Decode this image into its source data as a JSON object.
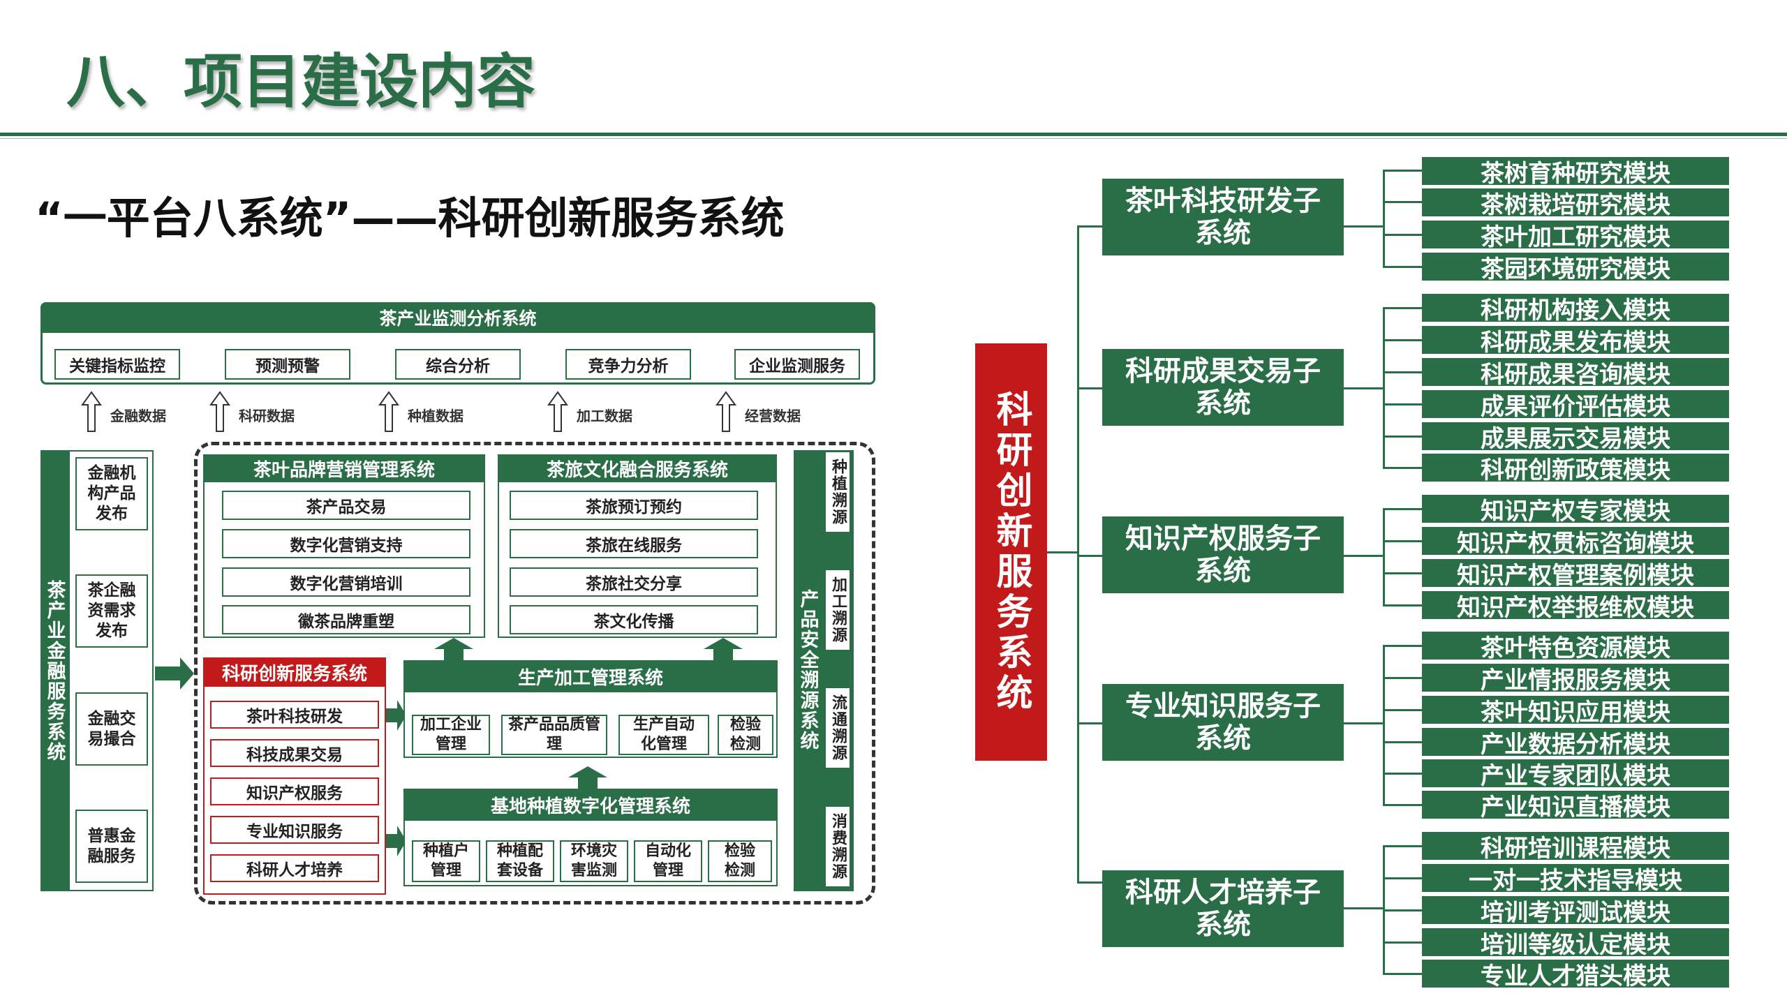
{
  "title": "八、项目建设内容",
  "subtitle": "“一平台八系统”——科研创新服务系统",
  "diagram": {
    "top_system": {
      "title": "茶产业监测分析系统",
      "items": [
        "关键指标监控",
        "预测预警",
        "综合分析",
        "竞争力分析",
        "企业监测服务"
      ]
    },
    "data_arrows": [
      "金融数据",
      "科研数据",
      "种植数据",
      "加工数据",
      "经营数据"
    ],
    "finance_system": {
      "title": "茶产业金融服务系统",
      "items": [
        "金融机构产品发布",
        "茶企融资需求发布",
        "金融交易撮合",
        "普惠金融服务"
      ]
    },
    "brand_system": {
      "title": "茶叶品牌营销管理系统",
      "items": [
        "茶产品交易",
        "数字化营销支持",
        "数字化营销培训",
        "徽茶品牌重塑"
      ]
    },
    "tourism_system": {
      "title": "茶旅文化融合服务系统",
      "items": [
        "茶旅预订预约",
        "茶旅在线服务",
        "茶旅社交分享",
        "茶文化传播"
      ]
    },
    "research_system": {
      "title": "科研创新服务系统",
      "items": [
        "茶叶科技研发",
        "科技成果交易",
        "知识产权服务",
        "专业知识服务",
        "科研人才培养"
      ]
    },
    "processing_system": {
      "title": "生产加工管理系统",
      "items": [
        "加工企业管理",
        "茶产品品质管理",
        "生产自动化管理",
        "检验检测"
      ]
    },
    "planting_system": {
      "title": "基地种植数字化管理系统",
      "items": [
        "种植户管理",
        "种植配套设备",
        "环境灾害监测",
        "自动化管理",
        "检验检测"
      ]
    },
    "trace_system": {
      "title": "产品安全溯源系统",
      "items": [
        "种植溯源",
        "加工溯源",
        "流通溯源",
        "消费溯源"
      ]
    }
  },
  "tree": {
    "root": "科研创新服务系统",
    "branches": [
      {
        "label": "茶叶科技研发子系统",
        "leaves": [
          "茶树育种研究模块",
          "茶树栽培研究模块",
          "茶叶加工研究模块",
          "茶园环境研究模块"
        ]
      },
      {
        "label": "科研成果交易子系统",
        "leaves": [
          "科研机构接入模块",
          "科研成果发布模块",
          "科研成果咨询模块",
          "成果评价评估模块",
          "成果展示交易模块",
          "科研创新政策模块"
        ]
      },
      {
        "label": "知识产权服务子系统",
        "leaves": [
          "知识产权专家模块",
          "知识产权贯标咨询模块",
          "知识产权管理案例模块",
          "知识产权举报维权模块"
        ]
      },
      {
        "label": "专业知识服务子系统",
        "leaves": [
          "茶叶特色资源模块",
          "产业情报服务模块",
          "茶叶知识应用模块",
          "产业数据分析模块",
          "产业专家团队模块",
          "产业知识直播模块"
        ]
      },
      {
        "label": "科研人才培养子系统",
        "leaves": [
          "科研培训课程模块",
          "一对一技术指导模块",
          "培训考评测试模块",
          "培训等级认定模块",
          "专业人才猎头模块"
        ]
      }
    ]
  },
  "colors": {
    "green": "#2a6e47",
    "red": "#c21a1a"
  }
}
